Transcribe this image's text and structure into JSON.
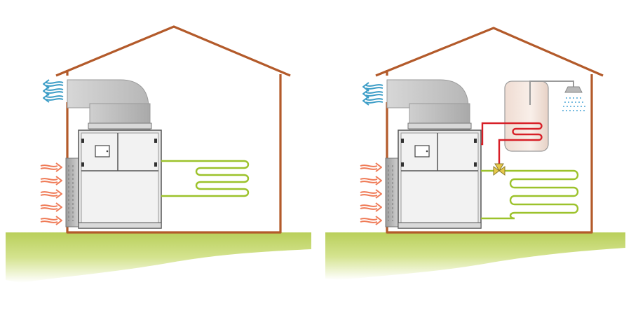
{
  "diagram": {
    "panels": [
      {
        "id": "space-heating-only",
        "components": [
          "house",
          "ground",
          "heat-pump-unit",
          "exhaust-duct",
          "air-intake-grille",
          "underfloor-heating-loop"
        ]
      },
      {
        "id": "space-heating-and-hot-water",
        "components": [
          "house",
          "ground",
          "heat-pump-unit",
          "exhaust-duct",
          "air-intake-grille",
          "underfloor-heating-loop",
          "hot-water-tank",
          "shower-head",
          "three-way-valve"
        ]
      }
    ],
    "colors": {
      "house_frame": "#b35a2a",
      "ground": "#c5d86e",
      "duct": "#c9c9c9",
      "unit_body": "#e6e6e6",
      "unit_outline": "#555555",
      "heating_pipe": "#9cc22b",
      "hot_pipe": "#d71f27",
      "incoming_air_arrows": "#ef7a56",
      "outgoing_air_arrows": "#3a9cc6",
      "tank": "#f3e4dc",
      "shower_water": "#4aa6d6",
      "valve": "#e6c84a"
    },
    "icons": [
      "house-icon",
      "heat-pump-icon",
      "duct-icon",
      "air-in-arrow-icon",
      "air-out-arrow-icon",
      "pipe-coil-icon",
      "hot-water-tank-icon",
      "shower-icon",
      "valve-icon"
    ]
  }
}
